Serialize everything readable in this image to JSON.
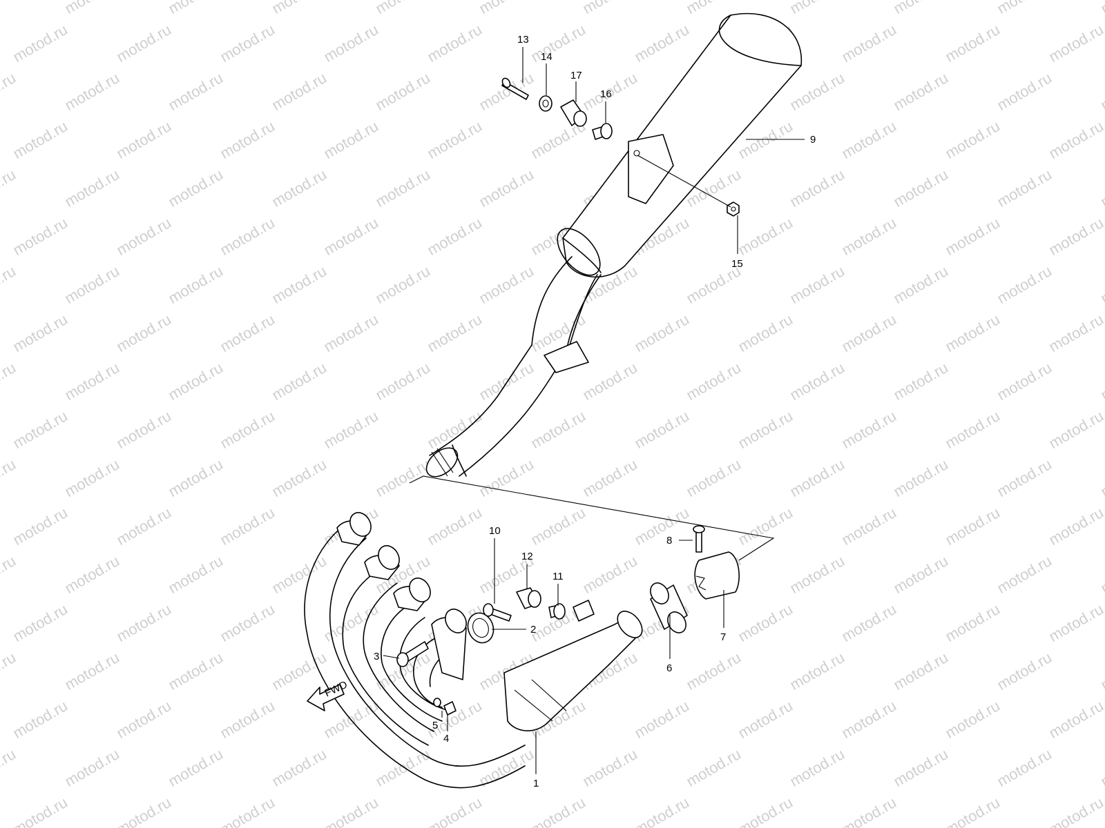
{
  "watermark": {
    "text": "motod.ru"
  },
  "fwd_label": "FWD",
  "callouts": [
    {
      "id": "1",
      "label": "1"
    },
    {
      "id": "2",
      "label": "2"
    },
    {
      "id": "3",
      "label": "3"
    },
    {
      "id": "4",
      "label": "4"
    },
    {
      "id": "5",
      "label": "5"
    },
    {
      "id": "6",
      "label": "6"
    },
    {
      "id": "7",
      "label": "7"
    },
    {
      "id": "8",
      "label": "8"
    },
    {
      "id": "9",
      "label": "9"
    },
    {
      "id": "10",
      "label": "10"
    },
    {
      "id": "11",
      "label": "11"
    },
    {
      "id": "12",
      "label": "12"
    },
    {
      "id": "13",
      "label": "13"
    },
    {
      "id": "14",
      "label": "14"
    },
    {
      "id": "15",
      "label": "15"
    },
    {
      "id": "16",
      "label": "16"
    },
    {
      "id": "17",
      "label": "17"
    }
  ]
}
